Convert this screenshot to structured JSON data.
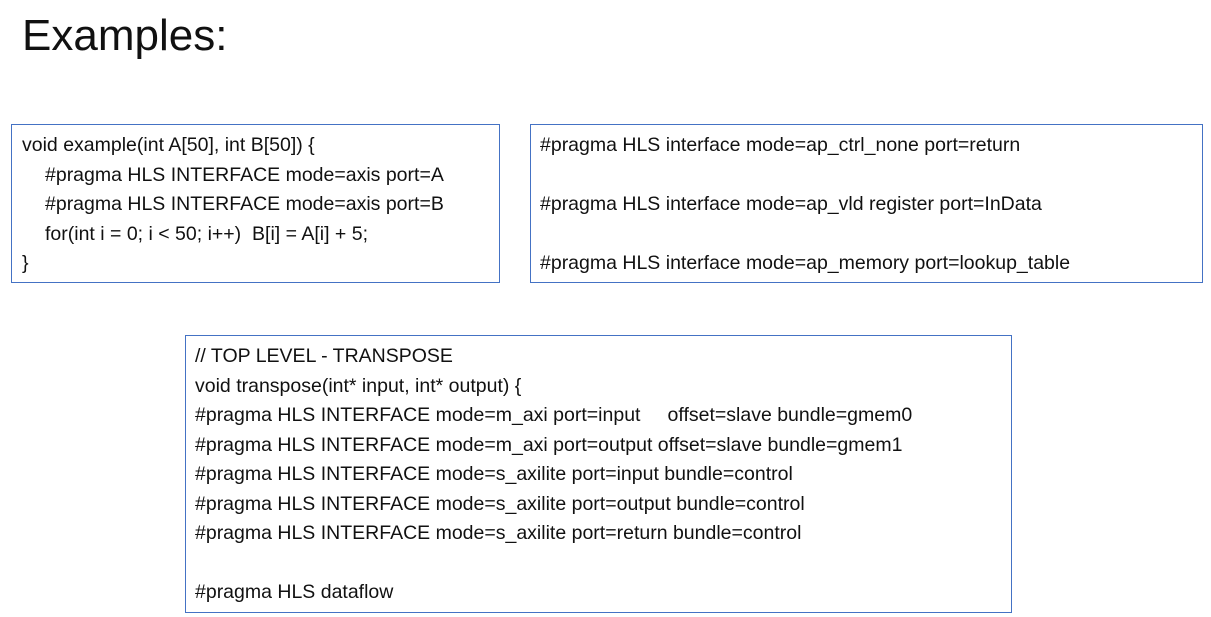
{
  "slide": {
    "title": "Examples:"
  },
  "example_box": {
    "lines": [
      "void example(int A[50], int B[50]) {",
      "#pragma HLS INTERFACE mode=axis port=A",
      "#pragma HLS INTERFACE mode=axis port=B",
      "for(int i = 0; i < 50; i++)  B[i] = A[i] + 5;",
      "}"
    ]
  },
  "pragma_box": {
    "lines": [
      "#pragma HLS interface mode=ap_ctrl_none port=return",
      "#pragma HLS interface mode=ap_vld register port=InData",
      "#pragma HLS interface mode=ap_memory port=lookup_table"
    ]
  },
  "transpose_box": {
    "lines": [
      "// TOP LEVEL - TRANSPOSE",
      "void transpose(int* input, int* output) {",
      "#pragma HLS INTERFACE mode=m_axi port=input     offset=slave bundle=gmem0",
      "#pragma HLS INTERFACE mode=m_axi port=output offset=slave bundle=gmem1",
      "#pragma HLS INTERFACE mode=s_axilite port=input bundle=control",
      "#pragma HLS INTERFACE mode=s_axilite port=output bundle=control",
      "#pragma HLS INTERFACE mode=s_axilite port=return bundle=control",
      "#pragma HLS dataflow"
    ]
  },
  "colors": {
    "box_border": "#4472c4",
    "text": "#111111",
    "background": "#ffffff"
  }
}
